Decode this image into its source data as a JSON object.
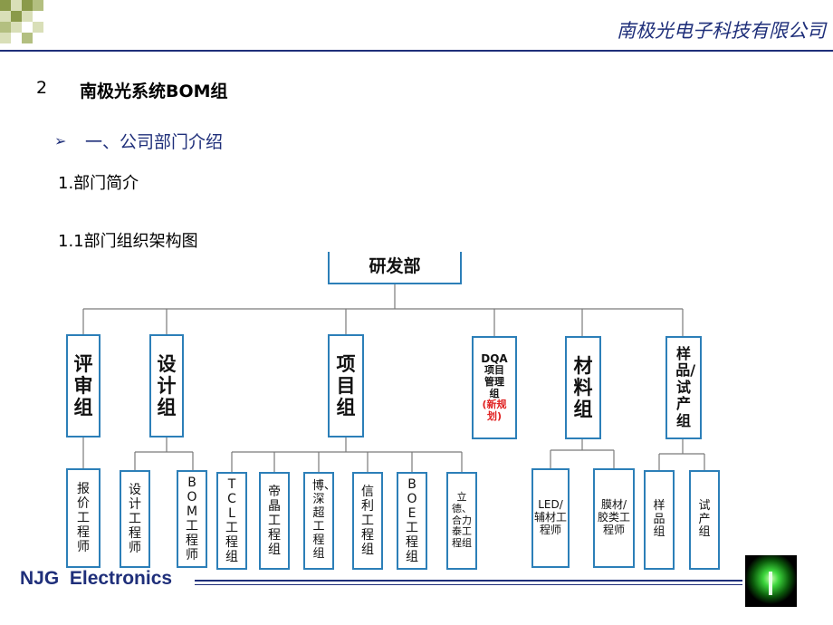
{
  "header": {
    "company": "南极光电子科技有限公司"
  },
  "section": {
    "number": "2",
    "title": "南极光系统BOM组"
  },
  "bullet": {
    "text": "一、公司部门介绍"
  },
  "headings": {
    "h1": "1.部门简介",
    "h2": "1.1部门组织架构图"
  },
  "org": {
    "root": "研发部",
    "groups": [
      {
        "label": "评审组",
        "children": [
          "报价工程师"
        ]
      },
      {
        "label": "设计组",
        "children": [
          "设计工程师",
          "BOM工程师"
        ]
      },
      {
        "label": "项目组",
        "children": [
          "TCL工程组",
          "帝晶工程组",
          "博、深超工程组",
          "信利工程组",
          "BOE工程组",
          "立德、合力泰工程组"
        ]
      },
      {
        "label": "DQA项目管理组",
        "line1": "DQA",
        "line2": "项目",
        "line3": "管理",
        "line4": "组",
        "note": "(新规划)",
        "children": []
      },
      {
        "label": "材料组",
        "children": [
          "LED/辅材工程师",
          "膜材/胶类工程师"
        ]
      },
      {
        "label": "样品/试产组",
        "children": [
          "样品组",
          "试产组"
        ]
      }
    ]
  },
  "footer": {
    "brand": "NJG  Electronics"
  },
  "colors": {
    "brand": "#1f2f7a",
    "box_border": "#2c7fb8",
    "note_red": "#e02020"
  }
}
